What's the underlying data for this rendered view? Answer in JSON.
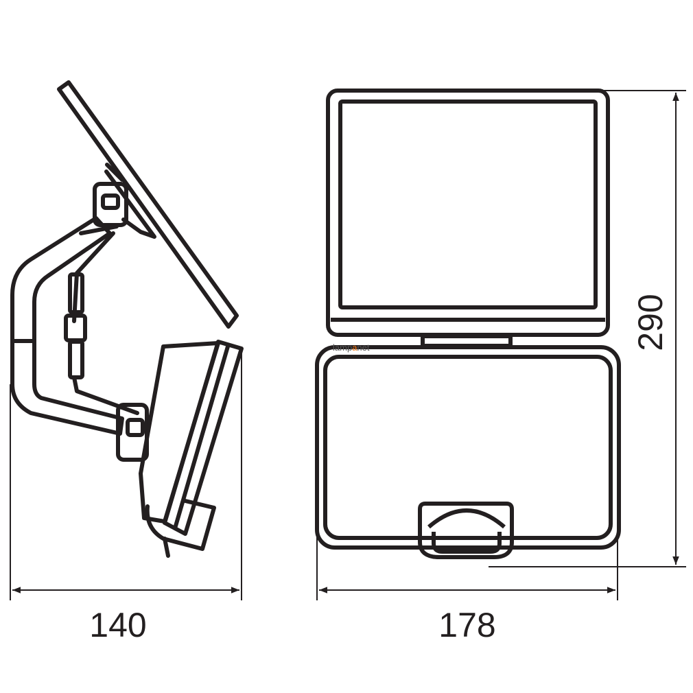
{
  "dimensions": {
    "side_width": "140",
    "front_width": "178",
    "height": "290"
  },
  "watermark": {
    "prefix": "lamp",
    "accent": "a",
    "suffix": "net"
  },
  "colors": {
    "line": "#231f20",
    "background": "#ffffff",
    "watermark_accent": "#f07a1a",
    "watermark_text": "#555555"
  }
}
